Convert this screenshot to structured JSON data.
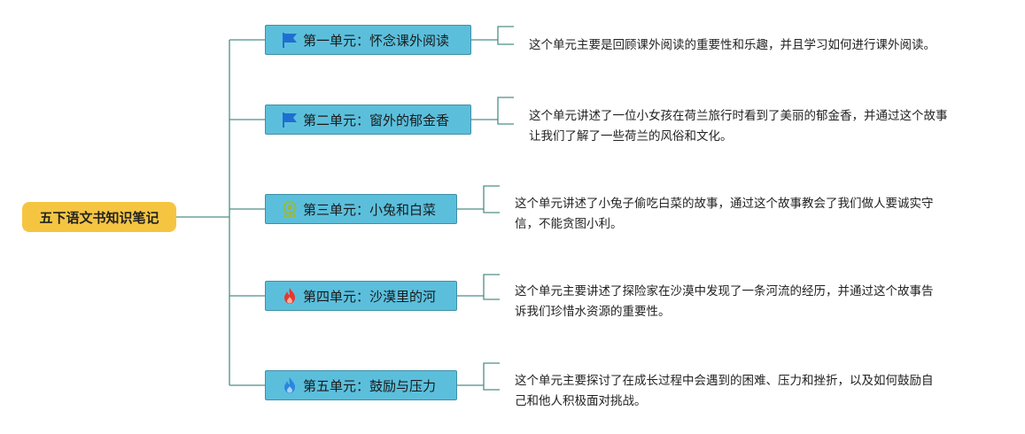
{
  "root": {
    "title": "五下语文书知识笔记"
  },
  "units": [
    {
      "title": "第一单元：怀念课外阅读",
      "icon": "blue-flag-icon",
      "desc": [
        "这个单元主要是回顾课外阅读的重要性和乐趣，并且学习如何进行课外阅读。"
      ]
    },
    {
      "title": "第二单元：窗外的郁金香",
      "icon": "blue-flag-icon",
      "desc": [
        "这个单元讲述了一位小女孩在荷兰旅行时看到了美丽的郁金香，并通过这个故事",
        "让我们了解了一些荷兰的风俗和文化。"
      ]
    },
    {
      "title": "第三单元：小兔和白菜",
      "icon": "award-ribbon-icon",
      "desc": [
        "这个单元讲述了小兔子偷吃白菜的故事，通过这个故事教会了我们做人要诚实守",
        "信，不能贪图小利。"
      ]
    },
    {
      "title": "第四单元：沙漠里的河",
      "icon": "red-flame-icon",
      "desc": [
        "这个单元主要讲述了探险家在沙漠中发现了一条河流的经历，并通过这个故事告",
        "诉我们珍惜水资源的重要性。"
      ]
    },
    {
      "title": "第五单元：鼓励与压力",
      "icon": "blue-flame-icon",
      "desc": [
        "这个单元主要探讨了在成长过程中会遇到的困难、压力和挫折，以及如何鼓励自",
        "己和他人积极面对挑战。"
      ]
    }
  ],
  "colors": {
    "root_fill": "#f5c542",
    "unit_fill": "#5bbfdc",
    "unit_border": "#3f8fa6",
    "connector": "#4d8f86",
    "flag_blue": "#1f6fd1",
    "flame_red": "#e8372c",
    "flame_blue": "#2a86e0",
    "award_green": "#9bb83a"
  }
}
